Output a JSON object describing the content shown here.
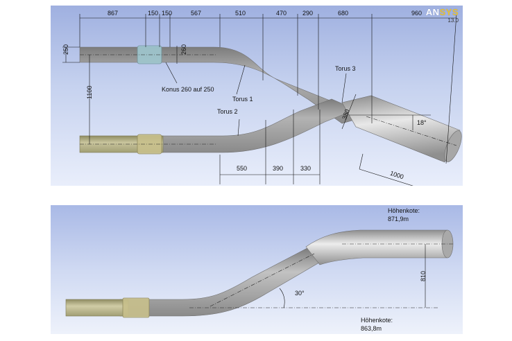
{
  "logo": {
    "prefix": "AN",
    "suffix": "SYS",
    "version": "13.0"
  },
  "top_view": {
    "dims_top": [
      "867",
      "150",
      "150",
      "567",
      "510",
      "470",
      "290",
      "680",
      "960"
    ],
    "dim_left_pipe": "250",
    "dim_konus": "260",
    "dim_spacing": "1100",
    "dims_bottom": [
      "550",
      "390",
      "330"
    ],
    "dim_diameter": "380",
    "dim_angle": "18°",
    "dim_length": "1000",
    "labels": {
      "konus": "Konus 260 auf 250",
      "torus1": "Torus 1",
      "torus2": "Torus 2",
      "torus3": "Torus 3"
    }
  },
  "side_view": {
    "elev_top_label": "Höhenkote:",
    "elev_top_value": "871,9m",
    "elev_bottom_label": "Höhenkote:",
    "elev_bottom_value": "863,8m",
    "dim_height": "810",
    "dim_angle": "30°"
  },
  "colors": {
    "pipe_gray": "#9a9a9a",
    "pipe_yellow": "#b7b38a",
    "konus_blue": "#9fc7cf",
    "background": "#b8c6ec"
  }
}
